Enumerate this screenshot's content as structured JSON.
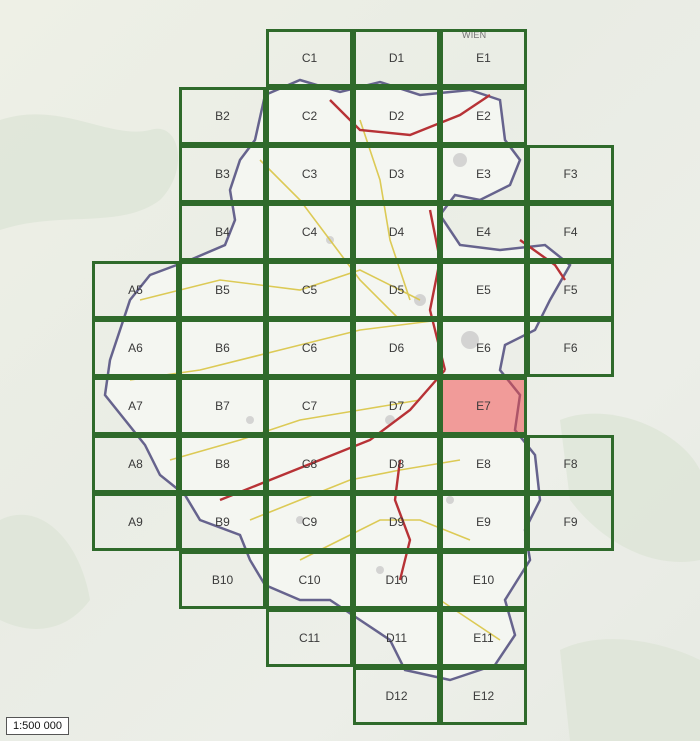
{
  "map": {
    "scale_label": "1:500 000",
    "town_labels": [
      "WIEN"
    ],
    "grid": {
      "columns": [
        "A",
        "B",
        "C",
        "D",
        "E",
        "F"
      ],
      "rows": [
        1,
        2,
        3,
        4,
        5,
        6,
        7,
        8,
        9,
        10,
        11,
        12
      ],
      "selected_cell": "E7",
      "cells": [
        {
          "id": "C1",
          "label": "C1"
        },
        {
          "id": "D1",
          "label": "D1"
        },
        {
          "id": "E1",
          "label": "E1"
        },
        {
          "id": "B2",
          "label": "B2"
        },
        {
          "id": "C2",
          "label": "C2"
        },
        {
          "id": "D2",
          "label": "D2"
        },
        {
          "id": "E2",
          "label": "E2"
        },
        {
          "id": "B3",
          "label": "B3"
        },
        {
          "id": "C3",
          "label": "C3"
        },
        {
          "id": "D3",
          "label": "D3"
        },
        {
          "id": "E3",
          "label": "E3"
        },
        {
          "id": "F3",
          "label": "F3"
        },
        {
          "id": "B4",
          "label": "B4"
        },
        {
          "id": "C4",
          "label": "C4"
        },
        {
          "id": "D4",
          "label": "D4"
        },
        {
          "id": "E4",
          "label": "E4"
        },
        {
          "id": "F4",
          "label": "F4"
        },
        {
          "id": "A5",
          "label": "A5"
        },
        {
          "id": "B5",
          "label": "B5"
        },
        {
          "id": "C5",
          "label": "C5"
        },
        {
          "id": "D5",
          "label": "D5"
        },
        {
          "id": "E5",
          "label": "E5"
        },
        {
          "id": "F5",
          "label": "F5"
        },
        {
          "id": "A6",
          "label": "A6"
        },
        {
          "id": "B6",
          "label": "B6"
        },
        {
          "id": "C6",
          "label": "C6"
        },
        {
          "id": "D6",
          "label": "D6"
        },
        {
          "id": "E6",
          "label": "E6"
        },
        {
          "id": "F6",
          "label": "F6"
        },
        {
          "id": "A7",
          "label": "A7"
        },
        {
          "id": "B7",
          "label": "B7"
        },
        {
          "id": "C7",
          "label": "C7"
        },
        {
          "id": "D7",
          "label": "D7"
        },
        {
          "id": "E7",
          "label": "E7"
        },
        {
          "id": "A8",
          "label": "A8"
        },
        {
          "id": "B8",
          "label": "B8"
        },
        {
          "id": "C8",
          "label": "C8"
        },
        {
          "id": "D8",
          "label": "D8"
        },
        {
          "id": "E8",
          "label": "E8"
        },
        {
          "id": "F8",
          "label": "F8"
        },
        {
          "id": "A9",
          "label": "A9"
        },
        {
          "id": "B9",
          "label": "B9"
        },
        {
          "id": "C9",
          "label": "C9"
        },
        {
          "id": "D9",
          "label": "D9"
        },
        {
          "id": "E9",
          "label": "E9"
        },
        {
          "id": "F9",
          "label": "F9"
        },
        {
          "id": "B10",
          "label": "B10"
        },
        {
          "id": "C10",
          "label": "C10"
        },
        {
          "id": "D10",
          "label": "D10"
        },
        {
          "id": "E10",
          "label": "E10"
        },
        {
          "id": "C11",
          "label": "C11"
        },
        {
          "id": "D11",
          "label": "D11"
        },
        {
          "id": "E11",
          "label": "E11"
        },
        {
          "id": "D12",
          "label": "D12"
        },
        {
          "id": "E12",
          "label": "E12"
        }
      ]
    },
    "colors": {
      "grid_line": "#2f6a2b",
      "selected_fill": "#ee5050",
      "region_border": "#5d5a86",
      "road_major": "#b3262a",
      "road_minor": "#d8c23a"
    }
  }
}
